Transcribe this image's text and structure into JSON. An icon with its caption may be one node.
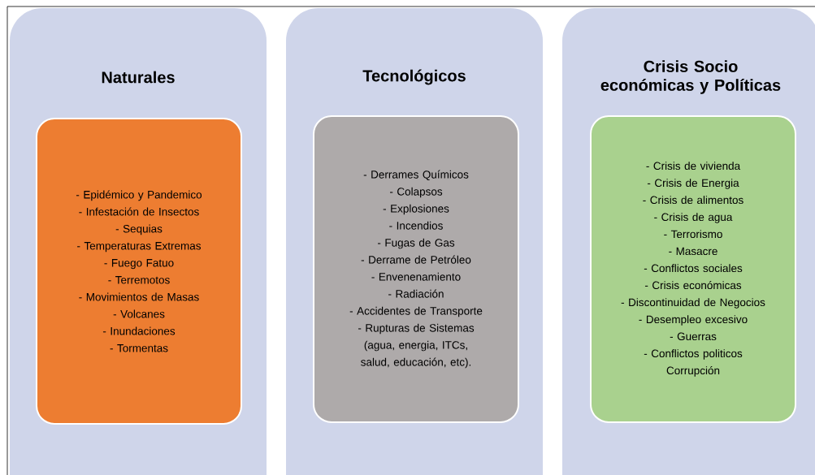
{
  "diagram": {
    "nodes": [
      {
        "text": [
          "Naturales"
        ]
      },
      {
        "text": [
          "- Epidémico y Pandemico",
          "- Infestación de Insectos",
          "- Sequias",
          "- Temperaturas Extremas",
          "- Fuego Fatuo",
          "- Terremotos",
          "- Movimientos de Masas",
          "- Volcanes",
          "- Inundaciones",
          "- Tormentas"
        ],
        "in": 0
      },
      {
        "text": [
          "Tecnológicos"
        ]
      },
      {
        "text": [
          "- Derrames Químicos",
          "- Colapsos",
          "- Explosiones",
          "- Incendios",
          "- Fugas de Gas",
          "- Derrame de Petróleo",
          "- Envenenamiento",
          "- Radiación",
          "- Accidentes de Transporte",
          "- Rupturas de Sistemas (agua, energia, ITCs, salud, educación, etc)."
        ],
        "in": 2
      },
      {
        "text": [
          "Crisis Socio económicas y Políticas"
        ]
      },
      {
        "text": [
          "- Crisis de vivienda",
          "- Crisis de Energia",
          "- Crisis de alimentos",
          "- Crisis de agua",
          "- Terrorismo",
          "- Masacre",
          "- Conflictos sociales",
          "- Crisis económicas",
          "- Discontinuidad de Negocios",
          "- Desempleo excesivo",
          "- Guerras",
          "- Conflictos politicos",
          "Corrupción"
        ],
        "in": 4
      }
    ]
  }
}
